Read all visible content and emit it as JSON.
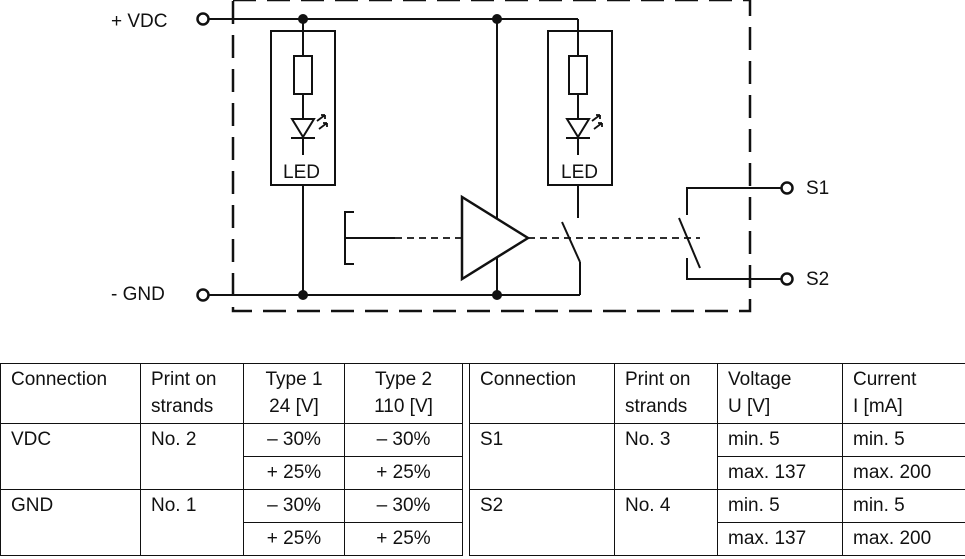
{
  "diagram": {
    "terminals": {
      "vdc": "+ VDC",
      "gnd": "- GND",
      "s1": "S1",
      "s2": "S2"
    },
    "led_left": "LED",
    "led_right": "LED"
  },
  "table": {
    "headers": [
      [
        "Connection"
      ],
      [
        "Print on",
        "strands"
      ],
      [
        "Type 1",
        "24 [V]"
      ],
      [
        "Type 2",
        "110 [V]"
      ],
      [
        "Connection"
      ],
      [
        "Print on",
        "strands"
      ],
      [
        "Voltage",
        "U [V]"
      ],
      [
        "Current",
        "I [mA]"
      ]
    ],
    "rows": [
      {
        "left_conn": "VDC",
        "left_print": "No. 2",
        "type1": [
          "– 30%",
          "+ 25%"
        ],
        "type2": [
          "– 30%",
          "+ 25%"
        ],
        "right_conn": "S1",
        "right_print": "No. 3",
        "voltage": [
          "min. 5",
          "max. 137"
        ],
        "current": [
          "min. 5",
          "max. 200"
        ]
      },
      {
        "left_conn": "GND",
        "left_print": "No. 1",
        "type1": [
          "– 30%",
          "+ 25%"
        ],
        "type2": [
          "– 30%",
          "+ 25%"
        ],
        "right_conn": "S2",
        "right_print": "No. 4",
        "voltage": [
          "min. 5",
          "max. 137"
        ],
        "current": [
          "min. 5",
          "max. 200"
        ]
      }
    ]
  }
}
